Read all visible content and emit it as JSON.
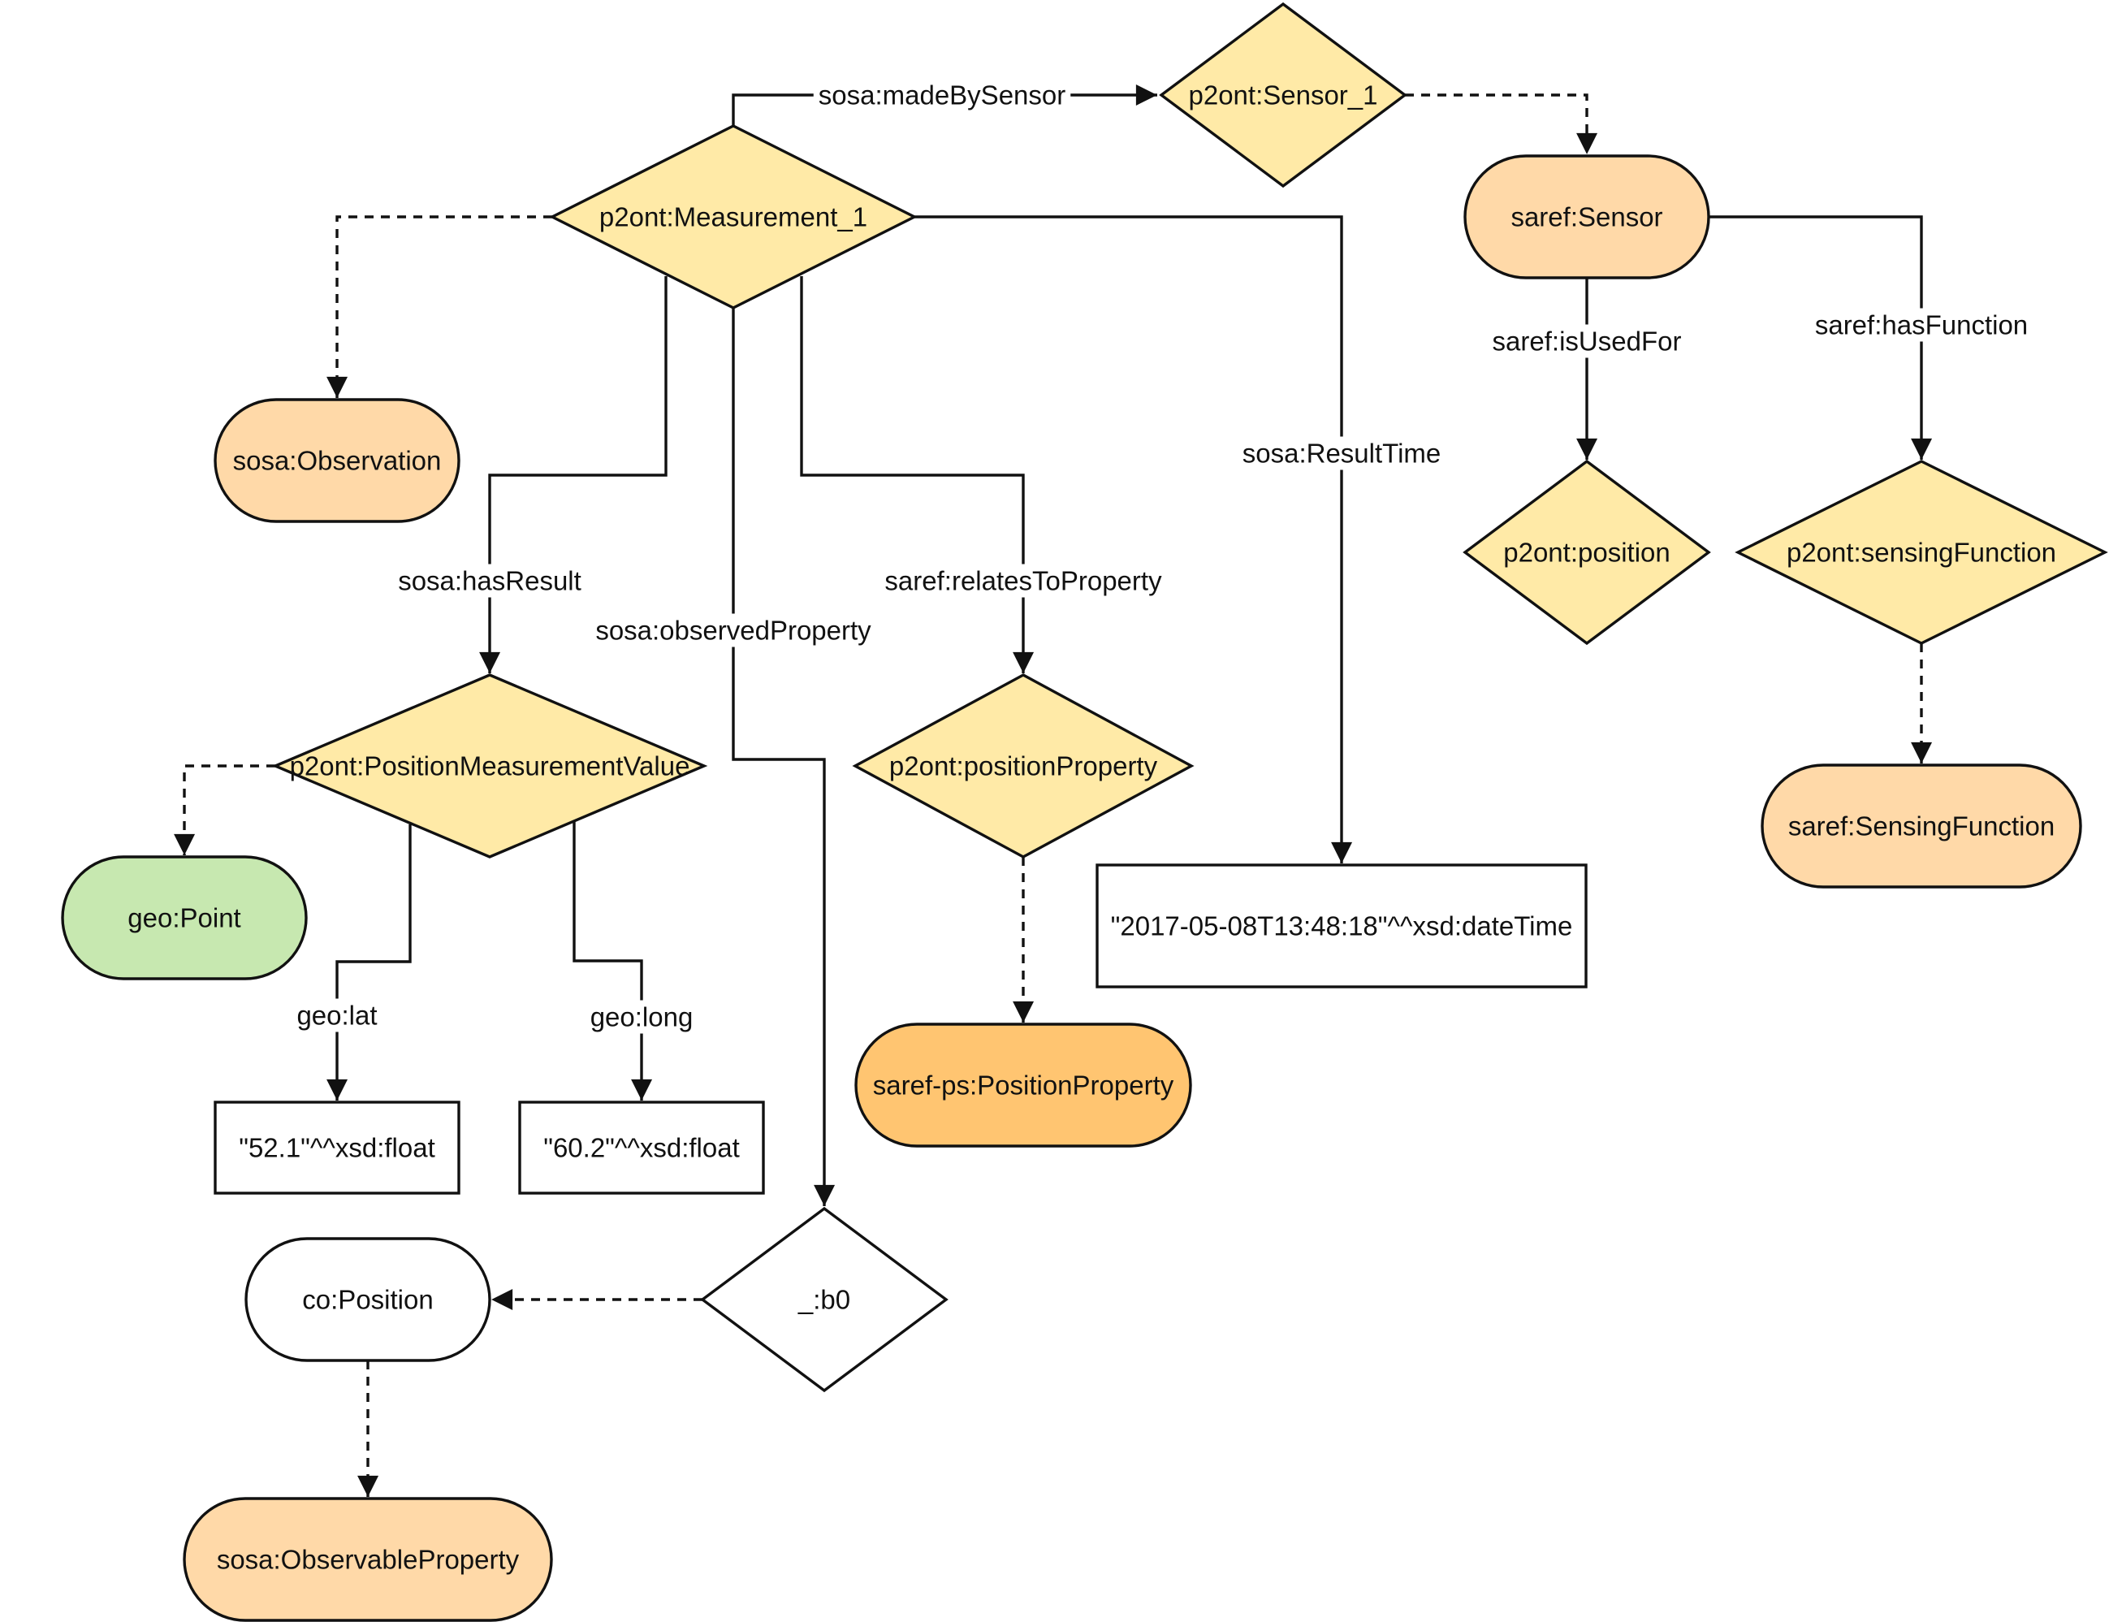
{
  "colors": {
    "instance": "#FFEAA7",
    "class": "#FFD9A8",
    "class_strong": "#FFC571",
    "geo": "#C7E8B0",
    "blank": "#FFFFFF",
    "stroke": "#111111"
  },
  "nodes": {
    "measurement_1": {
      "label": "p2ont:Measurement_1",
      "kind": "instance",
      "shape": "diamond"
    },
    "sensor_1": {
      "label": "p2ont:Sensor_1",
      "kind": "instance",
      "shape": "diamond"
    },
    "saref_sensor": {
      "label": "saref:Sensor",
      "kind": "class",
      "shape": "pill"
    },
    "sosa_observation": {
      "label": "sosa:Observation",
      "kind": "class",
      "shape": "pill"
    },
    "position": {
      "label": "p2ont:position",
      "kind": "instance",
      "shape": "diamond"
    },
    "sensing_function": {
      "label": "p2ont:sensingFunction",
      "kind": "instance",
      "shape": "diamond"
    },
    "position_measurement_value": {
      "label": "p2ont:PositionMeasurementValue",
      "kind": "instance",
      "shape": "diamond"
    },
    "position_property": {
      "label": "p2ont:positionProperty",
      "kind": "instance",
      "shape": "diamond"
    },
    "saref_sensing_function": {
      "label": "saref:SensingFunction",
      "kind": "class",
      "shape": "pill"
    },
    "geo_point": {
      "label": "geo:Point",
      "kind": "geo",
      "shape": "pill"
    },
    "result_time_value": {
      "label": "\"2017-05-08T13:48:18\"^^xsd:dateTime",
      "kind": "literal",
      "shape": "rect"
    },
    "saref_ps_position_property": {
      "label": "saref-ps:PositionProperty",
      "kind": "class_strong",
      "shape": "pill"
    },
    "lat_value": {
      "label": "\"52.1\"^^xsd:float",
      "kind": "literal",
      "shape": "rect"
    },
    "long_value": {
      "label": "\"60.2\"^^xsd:float",
      "kind": "literal",
      "shape": "rect"
    },
    "co_position": {
      "label": "co:Position",
      "kind": "blank",
      "shape": "pill"
    },
    "blank_b0": {
      "label": "_:b0",
      "kind": "blank",
      "shape": "diamond"
    },
    "sosa_observable_property": {
      "label": "sosa:ObservableProperty",
      "kind": "class",
      "shape": "pill"
    }
  },
  "edges": {
    "made_by_sensor": {
      "from": "measurement_1",
      "to": "sensor_1",
      "label": "sosa:madeBySensor",
      "style": "solid"
    },
    "sensor_type": {
      "from": "sensor_1",
      "to": "saref_sensor",
      "label": "",
      "style": "dashed"
    },
    "measurement_type": {
      "from": "measurement_1",
      "to": "sosa_observation",
      "label": "",
      "style": "dashed"
    },
    "result_time": {
      "from": "measurement_1",
      "to": "result_time_value",
      "label": "sosa:ResultTime",
      "style": "solid"
    },
    "has_result": {
      "from": "measurement_1",
      "to": "position_measurement_value",
      "label": "sosa:hasResult",
      "style": "solid"
    },
    "observed_property": {
      "from": "measurement_1",
      "to": "blank_b0",
      "label": "sosa:observedProperty",
      "style": "solid"
    },
    "relates_to_property": {
      "from": "measurement_1",
      "to": "position_property",
      "label": "saref:relatesToProperty",
      "style": "solid"
    },
    "is_used_for": {
      "from": "saref_sensor",
      "to": "position",
      "label": "saref:isUsedFor",
      "style": "solid"
    },
    "has_function": {
      "from": "saref_sensor",
      "to": "sensing_function",
      "label": "saref:hasFunction",
      "style": "solid"
    },
    "sensing_function_type": {
      "from": "sensing_function",
      "to": "saref_sensing_function",
      "label": "",
      "style": "dashed"
    },
    "value_type": {
      "from": "position_measurement_value",
      "to": "geo_point",
      "label": "",
      "style": "dashed"
    },
    "geo_lat": {
      "from": "position_measurement_value",
      "to": "lat_value",
      "label": "geo:lat",
      "style": "solid"
    },
    "geo_long": {
      "from": "position_measurement_value",
      "to": "long_value",
      "label": "geo:long",
      "style": "solid"
    },
    "property_type": {
      "from": "position_property",
      "to": "saref_ps_position_property",
      "label": "",
      "style": "dashed"
    },
    "b0_type": {
      "from": "blank_b0",
      "to": "co_position",
      "label": "",
      "style": "dashed"
    },
    "co_position_type": {
      "from": "co_position",
      "to": "sosa_observable_property",
      "label": "",
      "style": "dashed"
    }
  }
}
